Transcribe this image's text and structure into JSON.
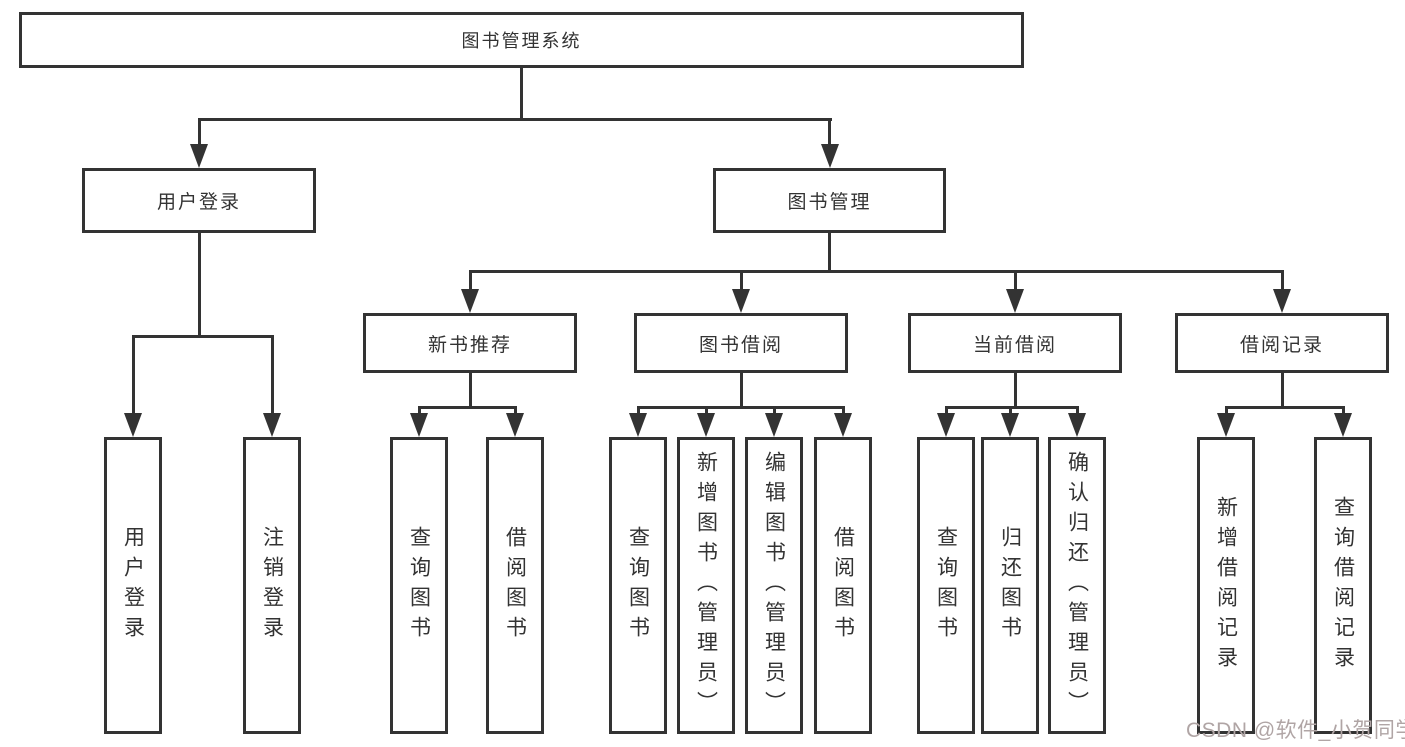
{
  "tree": {
    "label": "图书管理系统",
    "children": [
      {
        "label": "用户登录",
        "children": [
          {
            "label": "用户登录"
          },
          {
            "label": "注销登录"
          }
        ]
      },
      {
        "label": "图书管理",
        "children": [
          {
            "label": "新书推荐",
            "children": [
              {
                "label": "查询图书"
              },
              {
                "label": "借阅图书"
              }
            ]
          },
          {
            "label": "图书借阅",
            "children": [
              {
                "label": "查询图书"
              },
              {
                "label": "新增图书（管理员）"
              },
              {
                "label": "编辑图书（管理员）"
              },
              {
                "label": "借阅图书"
              }
            ]
          },
          {
            "label": "当前借阅",
            "children": [
              {
                "label": "查询图书"
              },
              {
                "label": "归还图书"
              },
              {
                "label": "确认归还（管理员）"
              }
            ]
          },
          {
            "label": "借阅记录",
            "children": [
              {
                "label": "新增借阅记录"
              },
              {
                "label": "查询借阅记录"
              }
            ]
          }
        ]
      }
    ]
  },
  "watermark": {
    "text": "CSDN @软件_小贺同学"
  },
  "colors": {
    "line": "#333333",
    "text": "#333333",
    "watermark": "#b0a5a5"
  }
}
